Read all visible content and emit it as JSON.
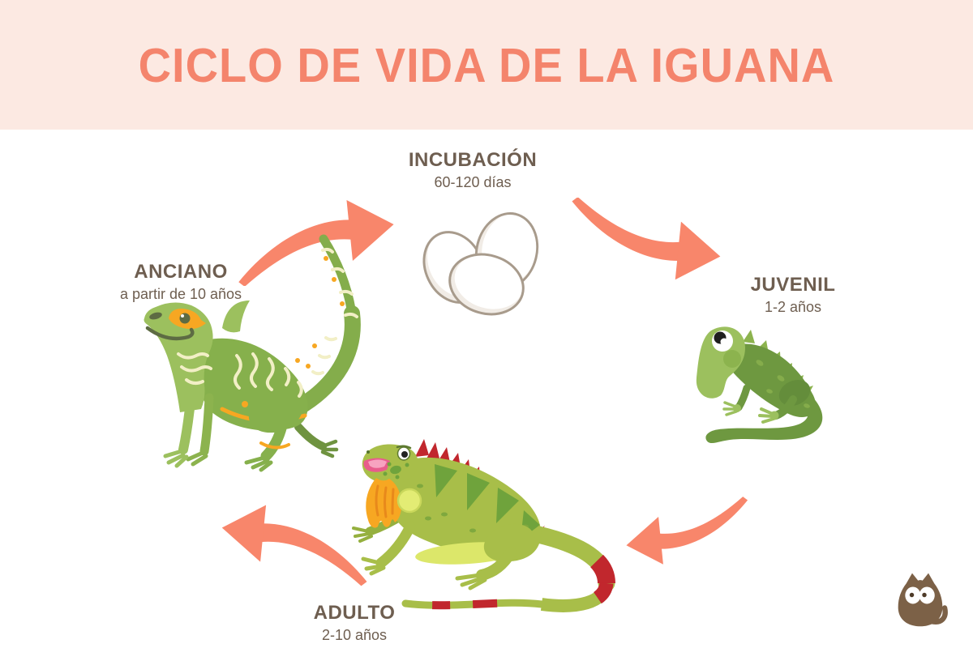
{
  "header": {
    "title": "CICLO DE VIDA DE LA IGUANA"
  },
  "cycle": {
    "stages": [
      {
        "id": "incubacion",
        "label": "INCUBACIÓN",
        "duration": "60-120 días",
        "icon": "egg-clutch-icon",
        "position": "top"
      },
      {
        "id": "juvenil",
        "label": "JUVENIL",
        "duration": "1-2 años",
        "icon": "juvenile-iguana-icon",
        "position": "right"
      },
      {
        "id": "adulto",
        "label": "ADULTO",
        "duration": "2-10 años",
        "icon": "adult-iguana-icon",
        "position": "bottom"
      },
      {
        "id": "anciano",
        "label": "ANCIANO",
        "duration": "a partir de 10 años",
        "icon": "elderly-iguana-icon",
        "position": "left"
      }
    ],
    "arrows": [
      {
        "from": "anciano",
        "to": "incubacion",
        "icon": "curved-arrow-icon"
      },
      {
        "from": "incubacion",
        "to": "juvenil",
        "icon": "curved-arrow-icon"
      },
      {
        "from": "juvenil",
        "to": "adulto",
        "icon": "curved-arrow-icon"
      },
      {
        "from": "adulto",
        "to": "anciano",
        "icon": "curved-arrow-icon"
      }
    ]
  },
  "branding": {
    "logo_icon": "cat-logo-icon"
  },
  "palette": {
    "coral": "#f8866b",
    "header-pink": "#fce9e2",
    "title-coral": "#f4846c",
    "label-brown": "#6e5e50",
    "logo-brown": "#7c6147",
    "egg-outline": "#a89b8c",
    "canvas-white": "#ffffff"
  }
}
